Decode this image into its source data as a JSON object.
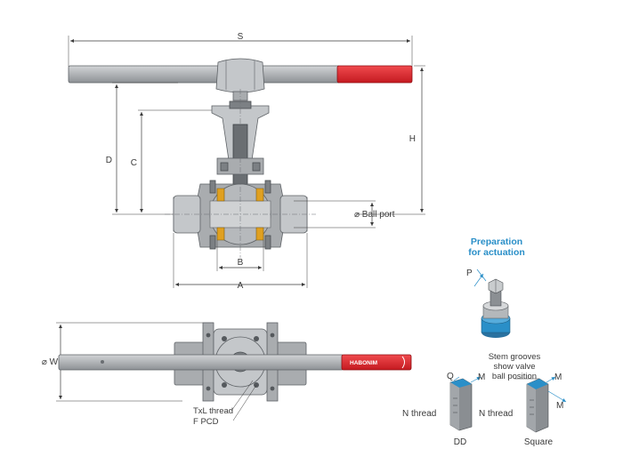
{
  "dimensions": {
    "s": "S",
    "h": "H",
    "d": "D",
    "c": "C",
    "b": "B",
    "a": "A",
    "ball_port": "⌀ Ball port",
    "w": "⌀ W"
  },
  "bottom_view": {
    "thread_label": "TxL thread",
    "pcd_label": "F PCD",
    "brand": "HABONIM"
  },
  "actuation": {
    "heading_line1": "Preparation",
    "heading_line2": "for actuation",
    "p": "P",
    "note_line1": "Stem grooves",
    "note_line2": "show valve",
    "note_line3": "ball position",
    "q": "Q",
    "m": "M",
    "n_thread": "N thread",
    "dd": "DD",
    "square": "Square"
  },
  "colors": {
    "handle_grip": "#e0252b",
    "seat": "#e0a020",
    "accent_blue": "#2a8fc8"
  }
}
